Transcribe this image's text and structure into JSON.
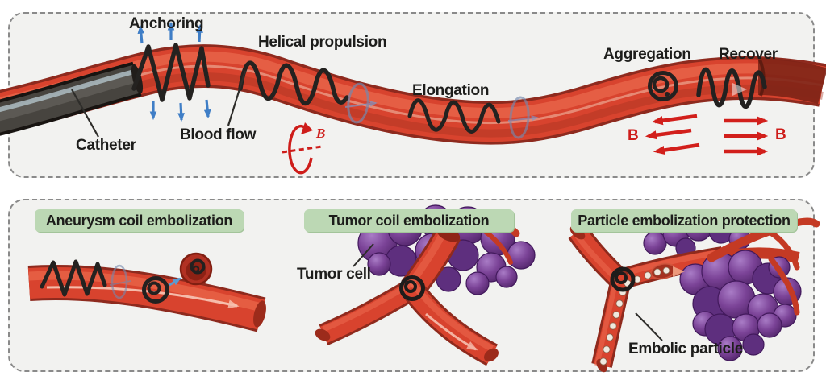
{
  "colors": {
    "panel_background": "#f2f2f0",
    "panel_border": "#8a8a8a",
    "vessel_red": "#d8432e",
    "vessel_dark_edge": "#8e2a1e",
    "vessel_highlight": "#ec6d50",
    "catheter_gray": "#47443f",
    "robot_coil_black": "#242220",
    "anchoring_arrow_blue": "#3f7ec6",
    "magnetic_arrow_red": "#d21f1b",
    "badge_green": "#bcd8b4",
    "tumor_purple": "#7b4397",
    "embolic_particle_white": "#efe8de",
    "label_text": "#1d1d1b"
  },
  "top_panel": {
    "labels": {
      "anchoring": "Anchoring",
      "helical_propulsion": "Helical propulsion",
      "catheter": "Catheter",
      "blood_flow": "Blood flow",
      "elongation": "Elongation",
      "aggregation": "Aggregation",
      "recover": "Recover"
    },
    "field_symbols": {
      "rotation_b": "B",
      "left_field_b": "B",
      "right_field_b": "B"
    }
  },
  "bottom_panel": {
    "badges": [
      {
        "label": "Aneurysm coil embolization"
      },
      {
        "label": "Tumor coil embolization"
      },
      {
        "label": "Particle embolization protection"
      }
    ],
    "labels": {
      "tumor_cell": "Tumor cell",
      "embolic_particle": "Embolic particle"
    }
  }
}
